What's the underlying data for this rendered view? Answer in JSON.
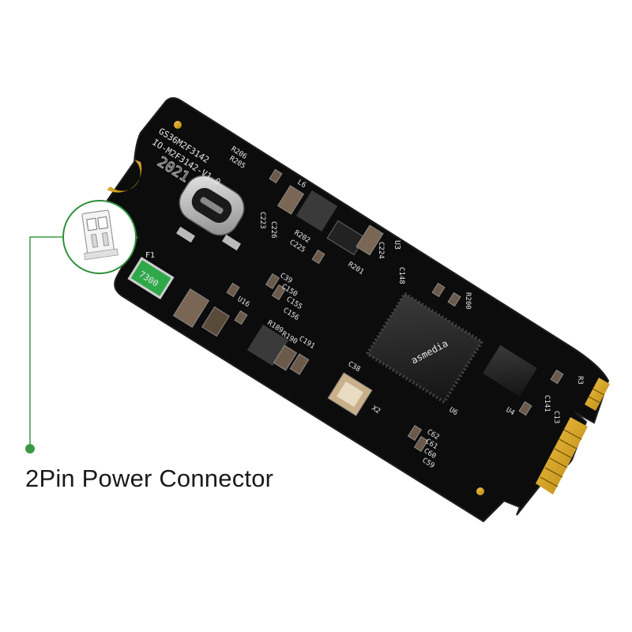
{
  "caption": "2Pin Power Connector",
  "silkscreen": {
    "model_line1": "GS36M2F3142",
    "model_line2": "IO-M2F3142-V1.0",
    "year": "2021",
    "fuse_label": "F1",
    "fuse_code": "7300",
    "chip_brand": "asmedia",
    "refs": [
      "R206",
      "R205",
      "L6",
      "C223",
      "C226",
      "R202",
      "C225",
      "R201",
      "C224",
      "U3",
      "C148",
      "R200",
      "C39",
      "C150",
      "C155",
      "C156",
      "U16",
      "R189",
      "R190",
      "C191",
      "C38",
      "X2",
      "U6",
      "C62",
      "C61",
      "C60",
      "C59",
      "R3",
      "U4",
      "C141",
      "C13"
    ]
  },
  "colors": {
    "pcb": "#0c0c0c",
    "gold": "#d4a21a",
    "callout_green": "#3a9a43",
    "fuse_green": "#2fa84a"
  }
}
